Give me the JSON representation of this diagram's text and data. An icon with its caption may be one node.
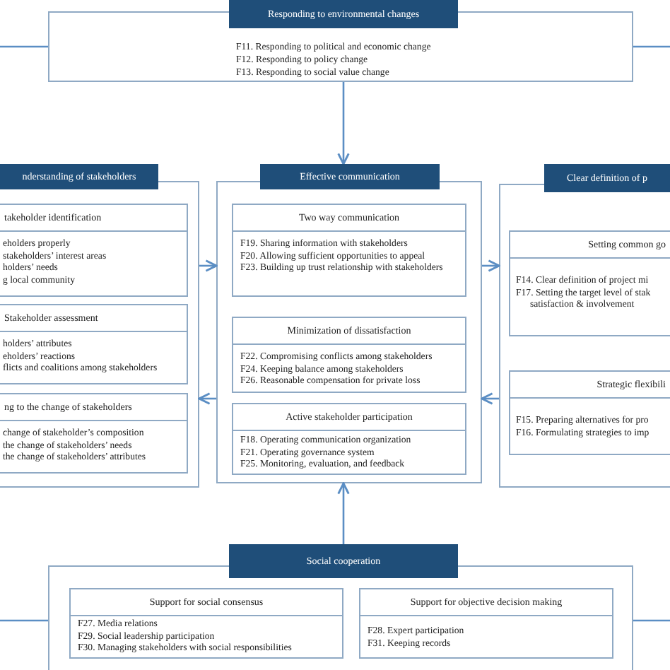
{
  "diagram": {
    "nodes": [
      {
        "text": [
          "Responding to environmental changes",
          "F11. Responding to political and economic change",
          "F12. Responding to policy change",
          "F13. Responding to social value change"
        ]
      },
      {
        "text": [
          "nderstanding of stakeholders"
        ]
      },
      {
        "text": [
          "takeholder identification",
          "eholders properly",
          "stakeholders’ interest areas",
          "holders’ needs",
          "g local community"
        ],
        "in": 1
      },
      {
        "text": [
          "Stakeholder assessment",
          "holders’ attributes",
          "eholders’ reactions",
          "flicts and coalitions among stakeholders"
        ],
        "in": 1
      },
      {
        "text": [
          "ng to the change of stakeholders",
          "change of stakeholder’s composition",
          "the change of stakeholders’ needs",
          "the change of stakeholders’ attributes"
        ],
        "in": 1
      },
      {
        "text": [
          "Effective communication"
        ]
      },
      {
        "text": [
          "Two way communication",
          "F19. Sharing information with stakeholders",
          "F20. Allowing sufficient opportunities to appeal",
          "F23. Building up trust relationship with stakeholders"
        ],
        "in": 5
      },
      {
        "text": [
          "Minimization of dissatisfaction",
          "F22. Compromising conflicts among stakeholders",
          "F24. Keeping balance among stakeholders",
          "F26. Reasonable compensation for private loss"
        ],
        "in": 5
      },
      {
        "text": [
          "Active stakeholder participation",
          "F18. Operating communication organization",
          "F21. Operating governance system",
          "F25. Monitoring, evaluation, and feedback"
        ],
        "in": 5
      },
      {
        "text": [
          "Clear definition of p"
        ]
      },
      {
        "text": [
          "Setting common go",
          "F14. Clear definition of project mi",
          "F17. Setting the target level of stak satisfaction & involvement"
        ],
        "in": 9
      },
      {
        "text": [
          "Strategic flexibili",
          "F15. Preparing alternatives for pro",
          "F16. Formulating strategies to imp"
        ],
        "in": 9
      },
      {
        "text": [
          "Social cooperation"
        ]
      },
      {
        "text": [
          "Support for social consensus",
          "F27. Media relations",
          "F29. Social leadership participation",
          "F30. Managing stakeholders with social responsibilities"
        ],
        "in": 12
      },
      {
        "text": [
          "Support for objective decision making",
          "F28. Expert participation",
          "F31. Keeping records"
        ],
        "in": 12
      }
    ],
    "edges": [
      {
        "from": 0,
        "to": 5,
        "arrow": "to"
      },
      {
        "from": 12,
        "to": 5,
        "arrow": "to"
      },
      {
        "from": 1,
        "to": 5,
        "arrow": "to"
      },
      {
        "from": 5,
        "to": 1,
        "arrow": "to"
      },
      {
        "from": 5,
        "to": 9,
        "arrow": "to"
      },
      {
        "from": 9,
        "to": 5,
        "arrow": "to"
      },
      {
        "from": 0,
        "to": null,
        "arrow": "none"
      },
      {
        "from": 0,
        "to": null,
        "arrow": "none"
      },
      {
        "from": 12,
        "to": null,
        "arrow": "none"
      },
      {
        "from": 12,
        "to": null,
        "arrow": "none"
      }
    ]
  }
}
